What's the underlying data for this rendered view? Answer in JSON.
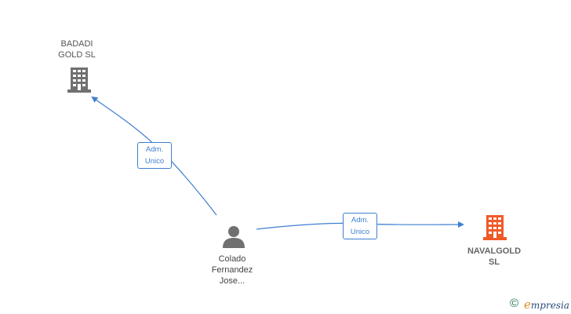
{
  "nodes": {
    "badadi": {
      "label": "BADADI\nGOLD  SL",
      "icon": "building-icon",
      "color": "#707070"
    },
    "navalgold": {
      "label": "NAVALGOLD\nSL",
      "icon": "building-icon",
      "color": "#f05a28"
    },
    "person": {
      "label": "Colado\nFernandez\nJose...",
      "icon": "person-icon",
      "color": "#707070"
    }
  },
  "edges": [
    {
      "from": "person",
      "to": "badadi",
      "label_line1": "Adm.",
      "label_line2": "Unico"
    },
    {
      "from": "person",
      "to": "navalgold",
      "label_line1": "Adm.",
      "label_line2": "Unico"
    }
  ],
  "colors": {
    "edge": "#3f7fd0"
  },
  "footer": {
    "copyright_symbol": "©",
    "brand_initial": "e",
    "brand_rest": "mpresia"
  }
}
